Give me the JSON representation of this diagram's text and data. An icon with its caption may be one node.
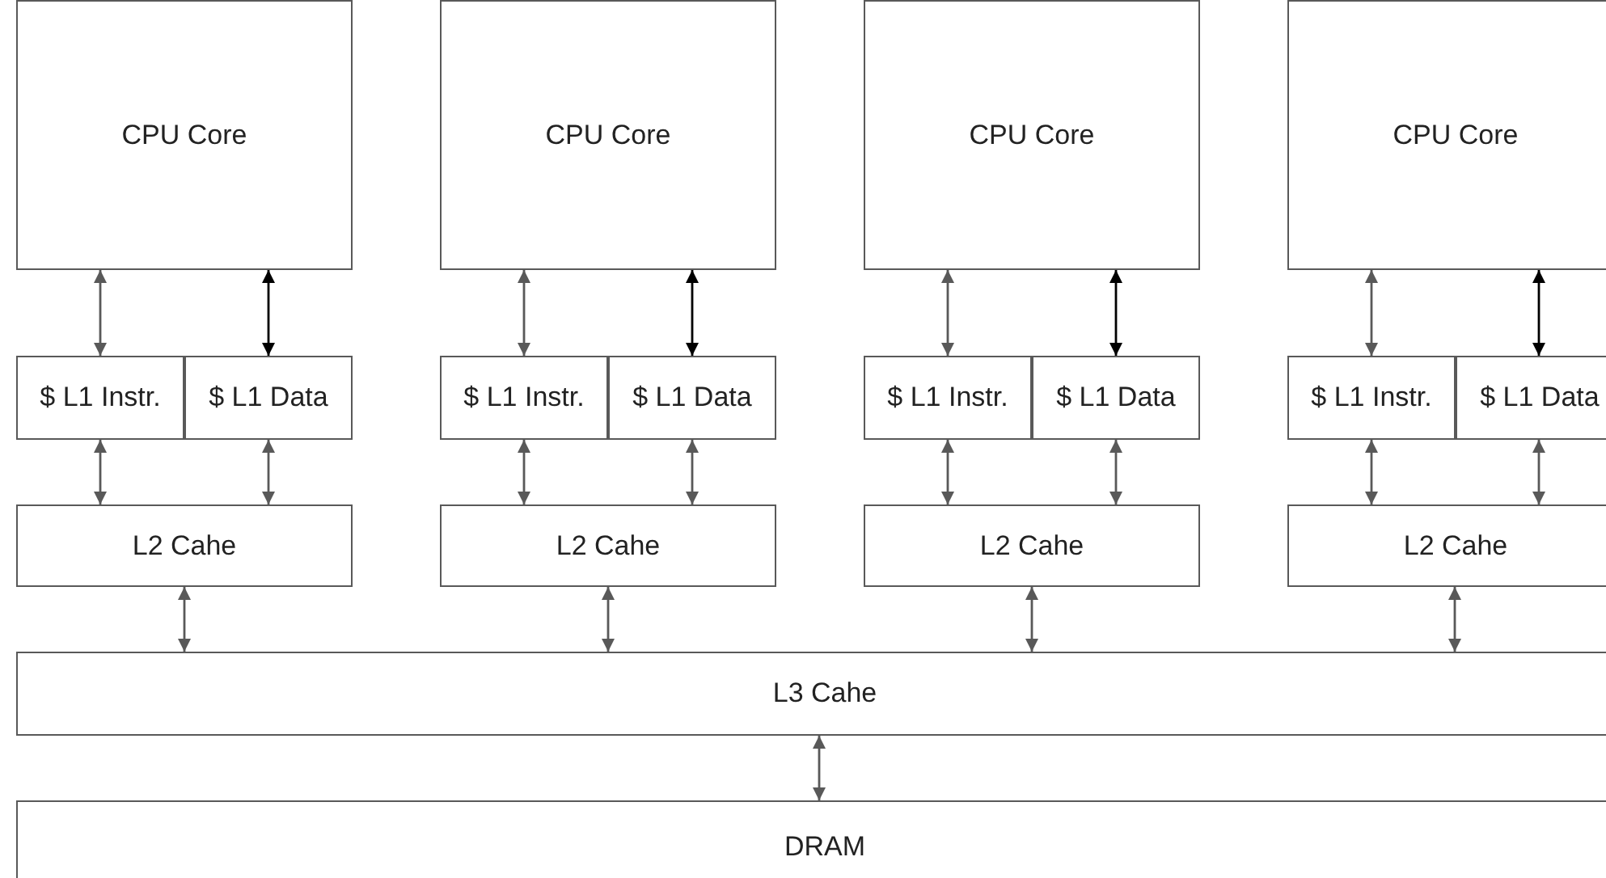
{
  "diagram": {
    "nodes": [
      {
        "text": [
          "CPU Core"
        ]
      },
      {
        "text": [
          "$ L1 Instr."
        ]
      },
      {
        "text": [
          "$ L1 Data"
        ]
      },
      {
        "text": [
          "L2 Cahe"
        ]
      },
      {
        "text": [
          "CPU Core"
        ]
      },
      {
        "text": [
          "$ L1 Instr."
        ]
      },
      {
        "text": [
          "$ L1 Data"
        ]
      },
      {
        "text": [
          "L2 Cahe"
        ]
      },
      {
        "text": [
          "CPU Core"
        ]
      },
      {
        "text": [
          "$ L1 Instr."
        ]
      },
      {
        "text": [
          "$ L1 Data"
        ]
      },
      {
        "text": [
          "L2 Cahe"
        ]
      },
      {
        "text": [
          "CPU Core"
        ]
      },
      {
        "text": [
          "$ L1 Instr."
        ]
      },
      {
        "text": [
          "$ L1 Data"
        ]
      },
      {
        "text": [
          "L2 Cahe"
        ]
      },
      {
        "text": [
          "L3 Cahe"
        ]
      },
      {
        "text": [
          "DRAM"
        ]
      }
    ],
    "edges": [
      {
        "from": 0,
        "to": 1,
        "arrow": "both"
      },
      {
        "from": 0,
        "to": 2,
        "arrow": "both",
        "color": "#000000"
      },
      {
        "from": 1,
        "to": 3,
        "arrow": "both"
      },
      {
        "from": 2,
        "to": 3,
        "arrow": "both"
      },
      {
        "from": 3,
        "to": 16,
        "arrow": "both"
      },
      {
        "from": 4,
        "to": 5,
        "arrow": "both"
      },
      {
        "from": 4,
        "to": 6,
        "arrow": "both",
        "color": "#000000"
      },
      {
        "from": 5,
        "to": 7,
        "arrow": "both"
      },
      {
        "from": 6,
        "to": 7,
        "arrow": "both"
      },
      {
        "from": 7,
        "to": 16,
        "arrow": "both"
      },
      {
        "from": 8,
        "to": 9,
        "arrow": "both"
      },
      {
        "from": 8,
        "to": 10,
        "arrow": "both",
        "color": "#000000"
      },
      {
        "from": 9,
        "to": 11,
        "arrow": "both"
      },
      {
        "from": 10,
        "to": 11,
        "arrow": "both"
      },
      {
        "from": 11,
        "to": 16,
        "arrow": "both"
      },
      {
        "from": 12,
        "to": 13,
        "arrow": "both"
      },
      {
        "from": 12,
        "to": 14,
        "arrow": "both",
        "color": "#000000"
      },
      {
        "from": 13,
        "to": 15,
        "arrow": "both"
      },
      {
        "from": 14,
        "to": 15,
        "arrow": "both"
      },
      {
        "from": 15,
        "to": 16,
        "arrow": "both"
      },
      {
        "from": 16,
        "to": 17,
        "arrow": "both"
      }
    ]
  }
}
